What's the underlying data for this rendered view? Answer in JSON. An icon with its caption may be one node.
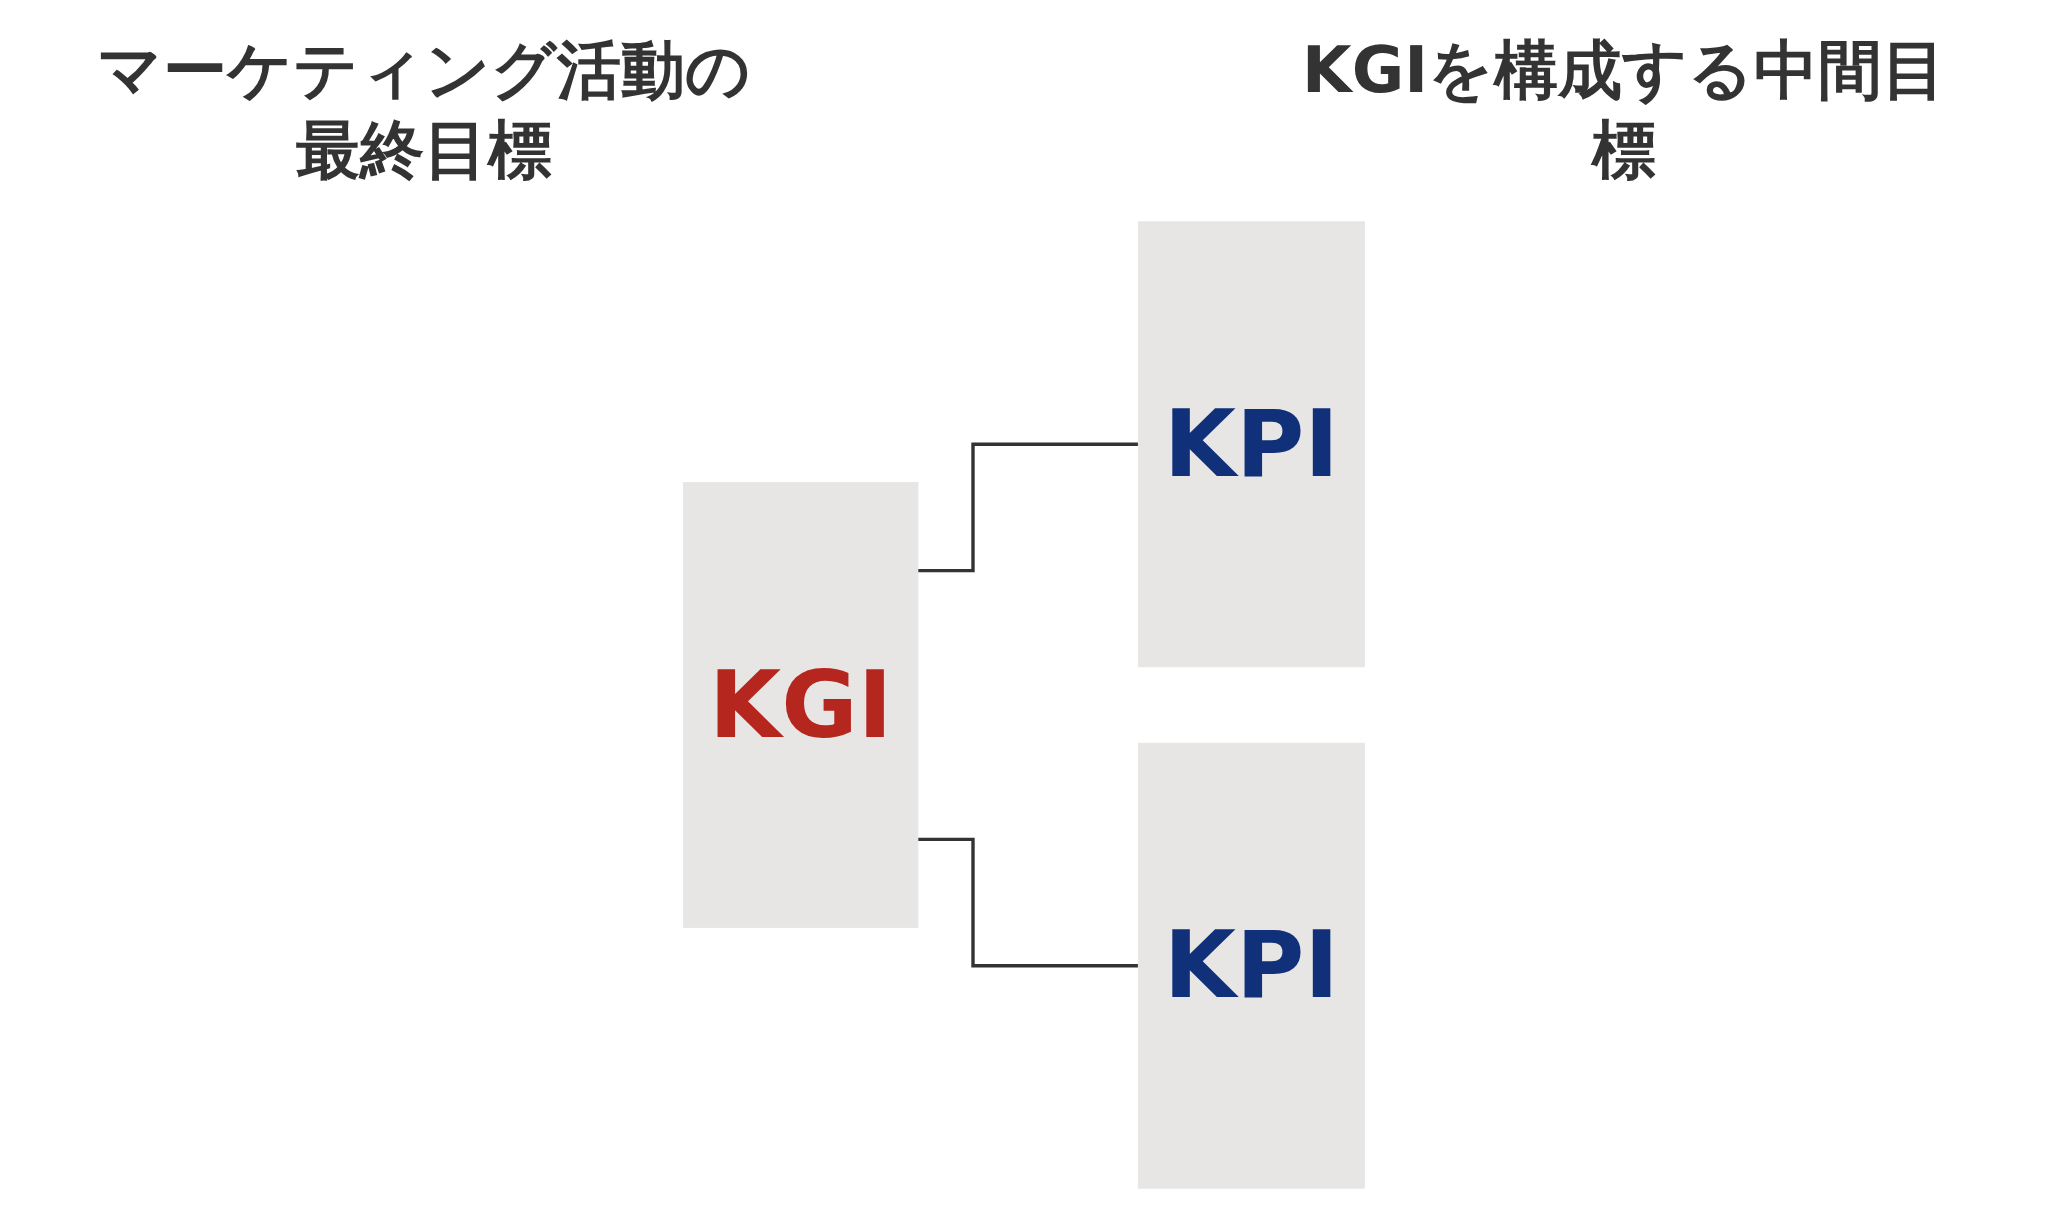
{
  "diagram": {
    "nodes": [
      {
        "text": [
          "KGI"
        ]
      },
      {
        "text": [
          "KPI"
        ]
      },
      {
        "text": [
          "KPI"
        ]
      }
    ],
    "edges": [
      {
        "from": 0,
        "to": 1,
        "arrow": "none"
      },
      {
        "from": 0,
        "to": 2,
        "arrow": "none"
      }
    ],
    "labels": [
      "マーケティング活動の最終目標",
      "KGIを構成する中間目標"
    ]
  }
}
